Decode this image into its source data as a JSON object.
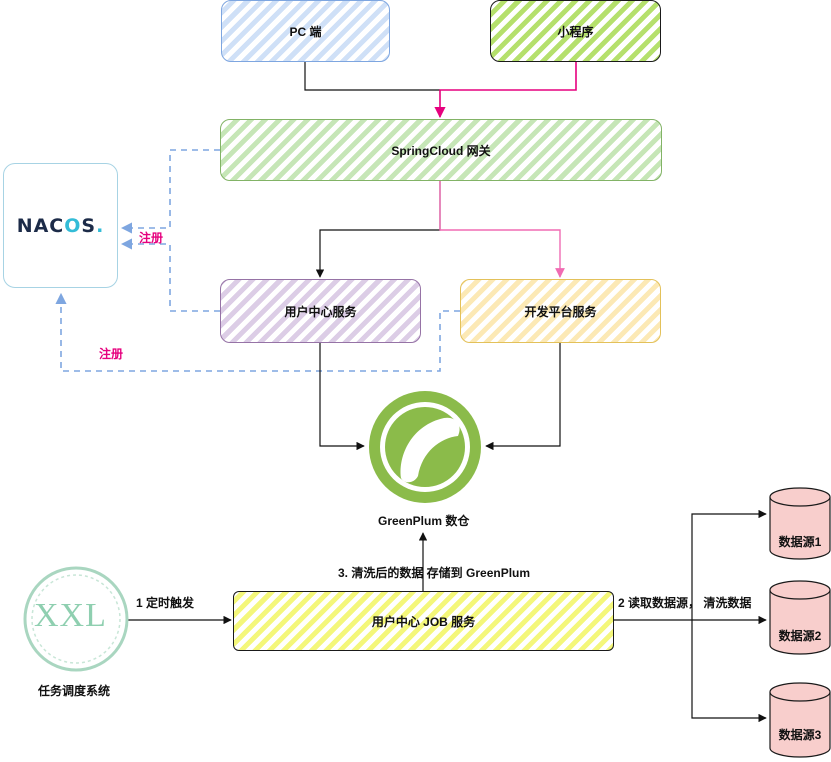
{
  "nodes": {
    "pc": "PC 端",
    "miniprogram": "小程序",
    "gateway": "SpringCloud 网关",
    "user_center": "用户中心服务",
    "dev_platform": "开发平台服务",
    "job": "用户中心 JOB 服务"
  },
  "nacos": {
    "logo_text_pre": "NAC",
    "logo_text_o": "O",
    "logo_text_post": "S",
    "logo_suffix": "."
  },
  "greenplum": {
    "label": "GreenPlum 数仓"
  },
  "xxl": {
    "logo_text": "XXL",
    "label": "任务调度系统"
  },
  "datasources": [
    "数据源1",
    "数据源2",
    "数据源3"
  ],
  "edge_labels": {
    "register_top": "注册",
    "register_bottom": "注册",
    "trigger": "1 定时触发",
    "read": "2 读取数据源，  清洗数据",
    "store": "3. 清洗后的数据 存储到 GreenPlum"
  },
  "colors": {
    "pink_edge": "#e6007e",
    "dashed_edge": "#7ea6e0",
    "greenplum": "#8bbb4a",
    "datasource_fill": "#f8cecc",
    "datasource_stroke": "#1a1a1a"
  }
}
